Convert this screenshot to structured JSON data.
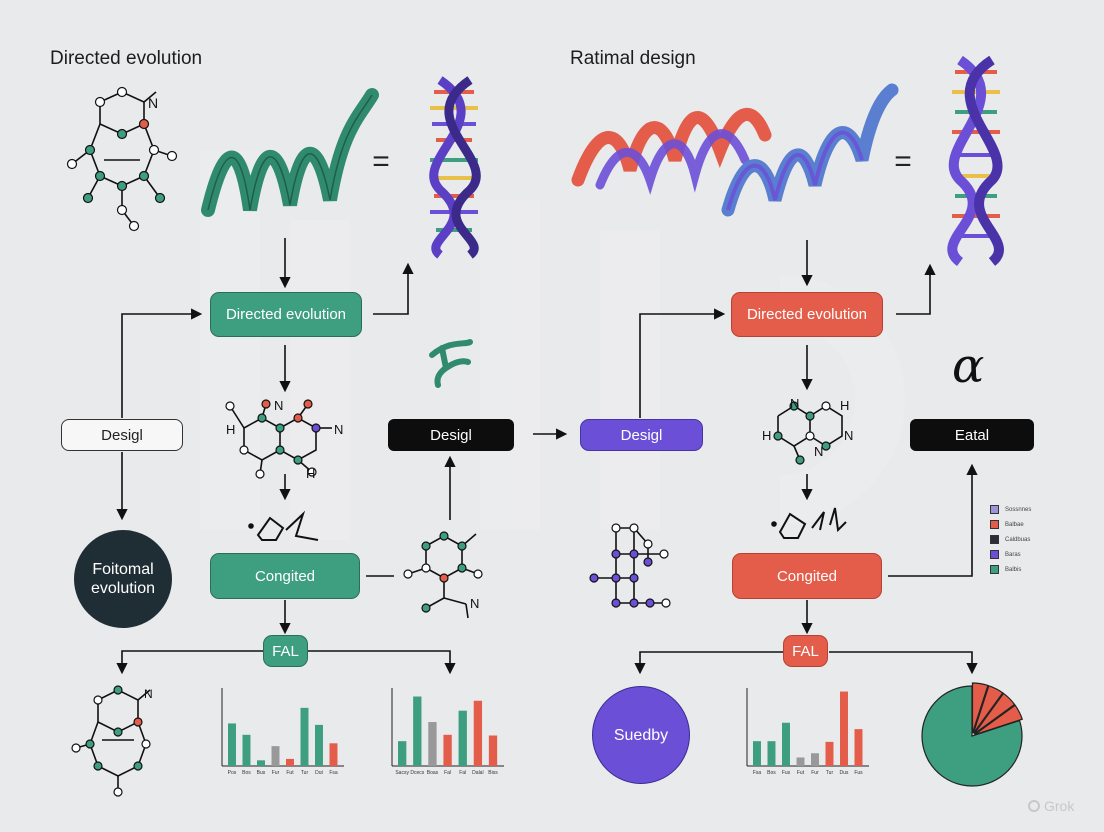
{
  "titles": {
    "left": "Directed evolution",
    "right": "Ratimal design"
  },
  "boxes": {
    "left_top": "Directed evolution",
    "left_mid": "Congited",
    "left_fal": "FAL",
    "left_desigl_white": "Desigl",
    "left_desigl_black": "Desigl",
    "left_circle": "Foitomal evolution",
    "right_top": "Directed evolution",
    "right_mid": "Congited",
    "right_fal": "FAL",
    "right_desigl_purple": "Desigl",
    "right_eatal": "Eatal",
    "right_circle": "Suedby"
  },
  "symbols": {
    "equals": "=",
    "alpha": "α"
  },
  "molecule_labels": {
    "top_left_n": "N",
    "center_h": "H",
    "center_n1": "N",
    "center_n2": "N",
    "center_h2": "H",
    "lower_n": "N",
    "bottom_n": "N",
    "right_n1": "N",
    "right_h1": "H",
    "right_h2": "H",
    "right_n2": "N",
    "right_n3": "N"
  },
  "legend": [
    {
      "label": "Sossnnes",
      "color": "#9c93d8"
    },
    {
      "label": "Balbae",
      "color": "#e35d4a"
    },
    {
      "label": "Caldbuas",
      "color": "#2a2e3a"
    },
    {
      "label": "Baras",
      "color": "#6b4fd6"
    },
    {
      "label": "Balbis",
      "color": "#3e9e80"
    }
  ],
  "watermark": "Grok",
  "chart_data": [
    {
      "type": "bar",
      "ytick_labels": [
        "",
        "",
        "",
        "",
        "",
        "",
        "",
        ""
      ],
      "categories": [
        "Pos",
        "Bos",
        "Bus",
        "Fur",
        "Fut",
        "Tur",
        "Dut",
        "Fsa"
      ],
      "values": [
        6,
        4.4,
        0.8,
        2.8,
        1,
        8.2,
        5.8,
        3.2
      ],
      "colors": [
        "#3e9e80",
        "#3e9e80",
        "#3e9e80",
        "#999999",
        "#e35d4a",
        "#3e9e80",
        "#3e9e80",
        "#e35d4a"
      ],
      "ylim": [
        0,
        11
      ]
    },
    {
      "type": "bar",
      "ytick_labels": [
        "",
        "",
        "",
        "",
        "",
        "",
        "",
        ""
      ],
      "categories": [
        "Sacsy",
        "Dcecs",
        "Boas",
        "Fal",
        "Fal",
        "Dalal",
        "Biss"
      ],
      "values": [
        3.5,
        9.8,
        6.2,
        4.4,
        7.8,
        9.2,
        4.3
      ],
      "colors": [
        "#3e9e80",
        "#3e9e80",
        "#999999",
        "#e35d4a",
        "#3e9e80",
        "#e35d4a",
        "#e35d4a"
      ],
      "ylim": [
        0,
        11
      ]
    },
    {
      "type": "bar",
      "ytick_labels": [
        "",
        "",
        "",
        "",
        "",
        "",
        "",
        ""
      ],
      "categories": [
        "Fsa",
        "Bos",
        "Fus",
        "Fut",
        "Fur",
        "Tur",
        "Dus",
        "Fus"
      ],
      "values": [
        3.5,
        3.5,
        6.1,
        1.2,
        1.8,
        3.4,
        10.5,
        5.2
      ],
      "colors": [
        "#3e9e80",
        "#3e9e80",
        "#3e9e80",
        "#999999",
        "#999999",
        "#e35d4a",
        "#e35d4a",
        "#e35d4a"
      ],
      "ylim": [
        0,
        11
      ]
    },
    {
      "type": "pie",
      "values": [
        80,
        5,
        5,
        5,
        5
      ],
      "colors": [
        "#3e9e80",
        "#e35d4a",
        "#e35d4a",
        "#e35d4a",
        "#e35d4a"
      ]
    }
  ]
}
